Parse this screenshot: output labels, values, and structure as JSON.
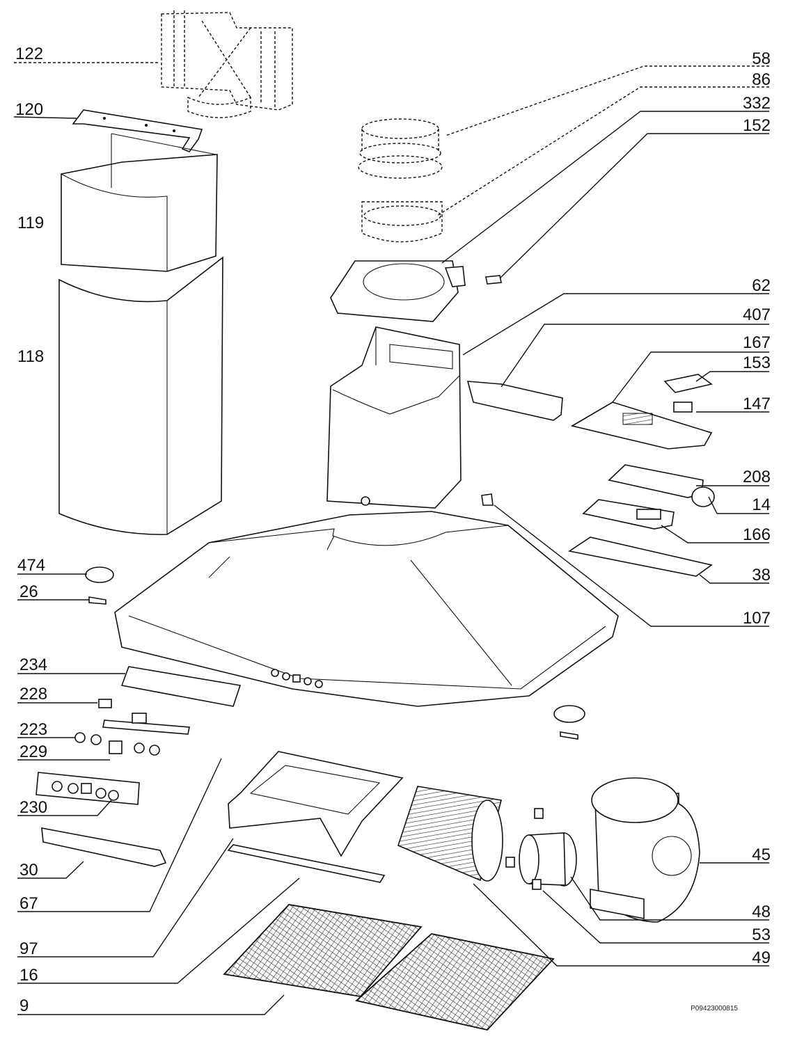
{
  "diagram": {
    "type": "exploded-parts-diagram",
    "code": "P09423000815",
    "labels": [
      "122",
      "120",
      "119",
      "118",
      "474",
      "26",
      "234",
      "228",
      "223",
      "229",
      "230",
      "30",
      "67",
      "97",
      "16",
      "9",
      "58",
      "86",
      "332",
      "152",
      "62",
      "407",
      "167",
      "153",
      "147",
      "208",
      "14",
      "166",
      "38",
      "107",
      "45",
      "48",
      "53",
      "49"
    ]
  }
}
